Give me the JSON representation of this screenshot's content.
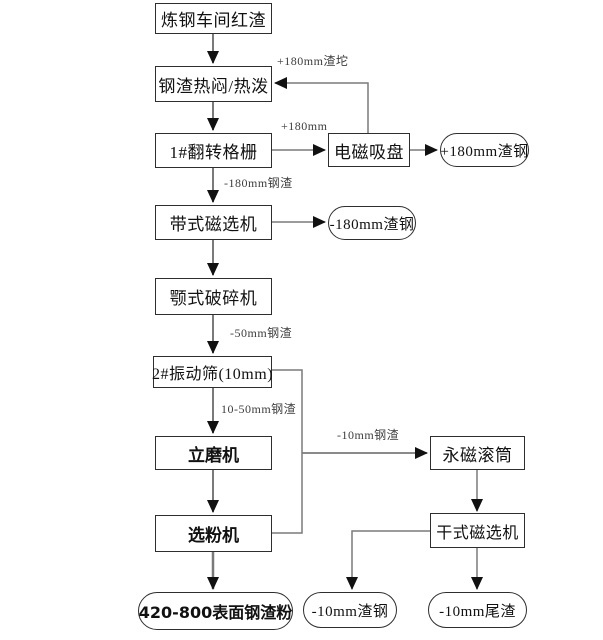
{
  "diagram": {
    "nodes": {
      "red_slag": {
        "label": "炼钢车间红渣",
        "shape": "rect"
      },
      "hot_stew": {
        "label": "钢渣热闷/热泼",
        "shape": "rect"
      },
      "grid1": {
        "label": "1#翻转格栅",
        "shape": "rect"
      },
      "magnet_chuck": {
        "label": "电磁吸盘",
        "shape": "rect"
      },
      "p180_steel": {
        "label": "+180mm渣钢",
        "shape": "stadium"
      },
      "belt_sep": {
        "label": "带式磁选机",
        "shape": "rect"
      },
      "m180_steel": {
        "label": "-180mm渣钢",
        "shape": "stadium"
      },
      "jaw_crusher": {
        "label": "颚式破碎机",
        "shape": "rect"
      },
      "screen2": {
        "label": "2#振动筛(10mm)",
        "shape": "rect"
      },
      "vert_mill": {
        "label": "立磨机",
        "shape": "rect"
      },
      "powder_sep": {
        "label": "选粉机",
        "shape": "rect"
      },
      "slag_powder": {
        "label": "420-800表面钢渣粉",
        "shape": "stadium"
      },
      "perm_drum": {
        "label": "永磁滚筒",
        "shape": "rect"
      },
      "dry_sep": {
        "label": "干式磁选机",
        "shape": "rect"
      },
      "m10_steel": {
        "label": "-10mm渣钢",
        "shape": "stadium"
      },
      "m10_tail": {
        "label": "-10mm尾渣",
        "shape": "stadium"
      }
    },
    "edge_labels": {
      "p180_lump": "+180mm渣坨",
      "p180": "+180mm",
      "m180": "-180mm钢渣",
      "m50": "-50mm钢渣",
      "s10_50": "10-50mm钢渣",
      "m10": "-10mm钢渣"
    },
    "edges": [
      {
        "from": "炼钢车间红渣",
        "to": "钢渣热闷/热泼",
        "label": ""
      },
      {
        "from": "钢渣热闷/热泼",
        "to": "1#翻转格栅",
        "label": ""
      },
      {
        "from": "1#翻转格栅",
        "to": "电磁吸盘",
        "label": "+180mm"
      },
      {
        "from": "电磁吸盘",
        "to": "+180mm渣钢",
        "label": ""
      },
      {
        "from": "电磁吸盘",
        "to": "钢渣热闷/热泼",
        "label": "+180mm渣坨"
      },
      {
        "from": "1#翻转格栅",
        "to": "带式磁选机",
        "label": "-180mm钢渣"
      },
      {
        "from": "带式磁选机",
        "to": "-180mm渣钢",
        "label": ""
      },
      {
        "from": "带式磁选机",
        "to": "颚式破碎机",
        "label": ""
      },
      {
        "from": "颚式破碎机",
        "to": "2#振动筛(10mm)",
        "label": "-50mm钢渣"
      },
      {
        "from": "2#振动筛(10mm)",
        "to": "立磨机",
        "label": "10-50mm钢渣"
      },
      {
        "from": "2#振动筛(10mm)",
        "to": "永磁滚筒",
        "label": "-10mm钢渣"
      },
      {
        "from": "选粉机",
        "to": "永磁滚筒",
        "label": "-10mm钢渣"
      },
      {
        "from": "立磨机",
        "to": "选粉机",
        "label": ""
      },
      {
        "from": "选粉机",
        "to": "420-800表面钢渣粉",
        "label": ""
      },
      {
        "from": "永磁滚筒",
        "to": "干式磁选机",
        "label": ""
      },
      {
        "from": "干式磁选机",
        "to": "-10mm渣钢",
        "label": ""
      },
      {
        "from": "干式磁选机",
        "to": "-10mm尾渣",
        "label": ""
      }
    ],
    "colors": {
      "line": "#7a7a7a",
      "arrow": "#111111",
      "border": "#2e2e2e",
      "text": "#111111"
    }
  }
}
